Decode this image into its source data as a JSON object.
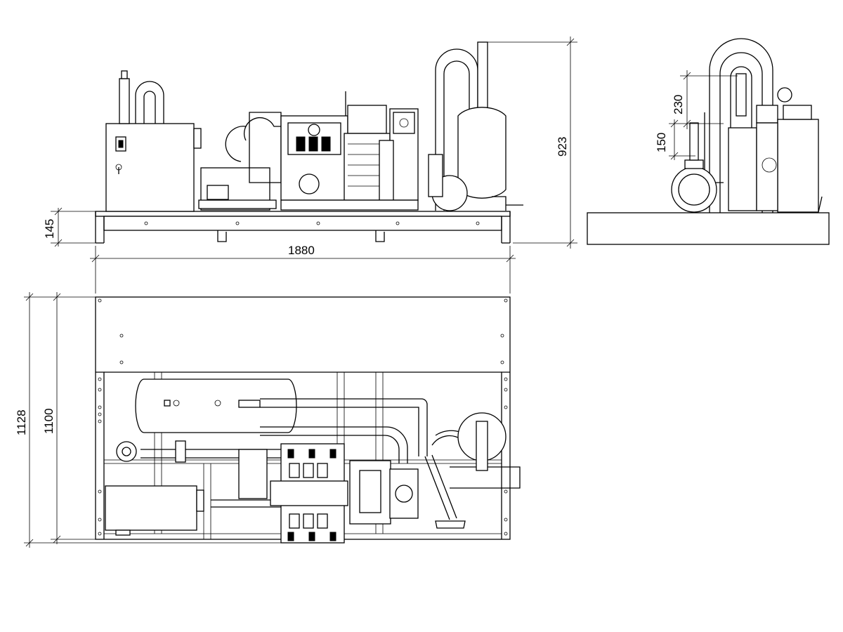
{
  "dimensions": {
    "length": "1880",
    "base_height": "145",
    "total_height": "923",
    "depth_outer": "1128",
    "depth_inner": "1100",
    "side_upper": "230",
    "side_lower": "150"
  },
  "colors": {
    "line": "#000000",
    "background": "#ffffff"
  }
}
